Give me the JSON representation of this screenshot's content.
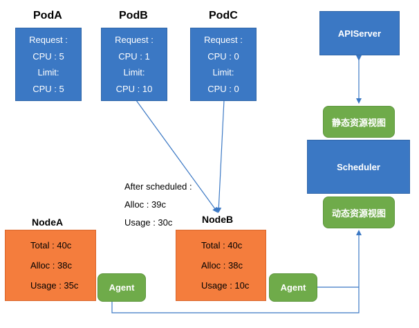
{
  "pods": [
    {
      "name": "PodA",
      "request_label": "Request :",
      "request_cpu": "CPU : 5",
      "limit_label": "Limit:",
      "limit_cpu": "CPU : 5"
    },
    {
      "name": "PodB",
      "request_label": "Request :",
      "request_cpu": "CPU : 1",
      "limit_label": "Limit:",
      "limit_cpu": "CPU : 10"
    },
    {
      "name": "PodC",
      "request_label": "Request :",
      "request_cpu": "CPU : 0",
      "limit_label": "Limit:",
      "limit_cpu": "CPU : 0"
    }
  ],
  "nodes": [
    {
      "name": "NodeA",
      "total": "Total : 40c",
      "alloc": "Alloc : 38c",
      "usage": "Usage : 35c"
    },
    {
      "name": "NodeB",
      "total": "Total : 40c",
      "alloc": "Alloc : 38c",
      "usage": "Usage : 10c"
    }
  ],
  "apiserver": "APIServer",
  "scheduler": "Scheduler",
  "static_view": "静态资源视图",
  "dynamic_view": "动态资源视图",
  "agent_a": "Agent",
  "agent_b": "Agent",
  "annotation": {
    "line1": "After scheduled :",
    "line2": "Alloc : 39c",
    "line3": "Usage : 30c"
  },
  "colors": {
    "pod_blue": "#3b78c4",
    "node_orange": "#f47d3d",
    "agent_green": "#6fab4a",
    "connector": "#3b78c4"
  }
}
